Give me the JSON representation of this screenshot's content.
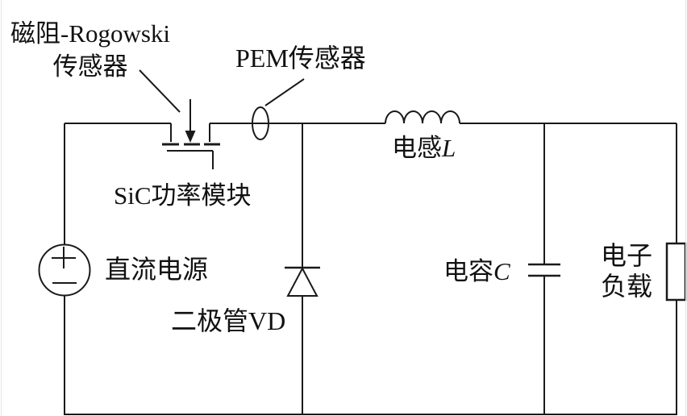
{
  "diagram": {
    "type": "circuit-schematic",
    "description_components": {
      "dc_source_symbol": "circle-with-plus-minus",
      "switch_symbol": "mosfet-power-module",
      "rogowski_probe_symbol": "down-arrow-into-mosfet",
      "pem_probe_symbol": "ellipse-coil-on-wire",
      "diode_symbol": "triangle-with-cathode-bar-pointing-up",
      "inductor_symbol": "four-hump-coil",
      "capacitor_symbol": "two-parallel-plates",
      "load_symbol": "rectangle-box"
    },
    "labels": {
      "rogowski_sensor_line1": "磁阻-Rogowski",
      "rogowski_sensor_line2": "传感器",
      "pem_sensor": "PEM传感器",
      "sic_module": "SiC功率模块",
      "dc_source": "直流电源",
      "diode": "二极管VD",
      "inductor_prefix": "电感",
      "inductor_symbol": "L",
      "capacitor_prefix": "电容",
      "capacitor_symbol": "C",
      "load_line1": "电子",
      "load_line2": "负载",
      "source_plus": "+",
      "source_minus": "−"
    },
    "colors": {
      "line": "#1a1a1a",
      "text": "#111111",
      "background": "#ffffff"
    }
  }
}
